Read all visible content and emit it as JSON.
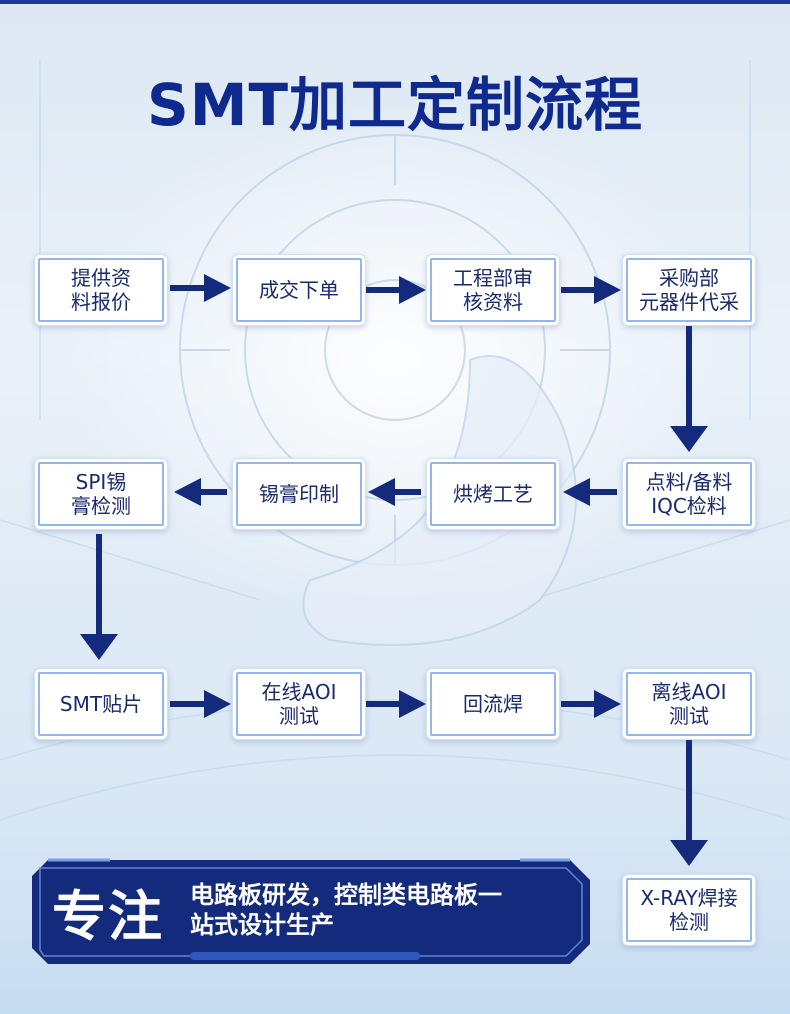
{
  "title": "SMT加工定制流程",
  "steps": [
    "提供资\n料报价",
    "成交下单",
    "工程部审\n核资料",
    "采购部\n元器件代采",
    "点料/备料\nIQC检料",
    "烘烤工艺",
    "锡膏印制",
    "SPI锡\n膏检测",
    "SMT贴片",
    "在线AOI\n测试",
    "回流焊",
    "离线AOI\n测试",
    "X-RAY焊接\n检测"
  ],
  "banner": {
    "big": "专注",
    "text": "电路板研发，控制类电路板一\n站式设计生产"
  },
  "colors": {
    "title": "#0f2a8f",
    "arrow": "#142a7c",
    "banner": "#142a7c",
    "node_border": "#93b6ee"
  }
}
